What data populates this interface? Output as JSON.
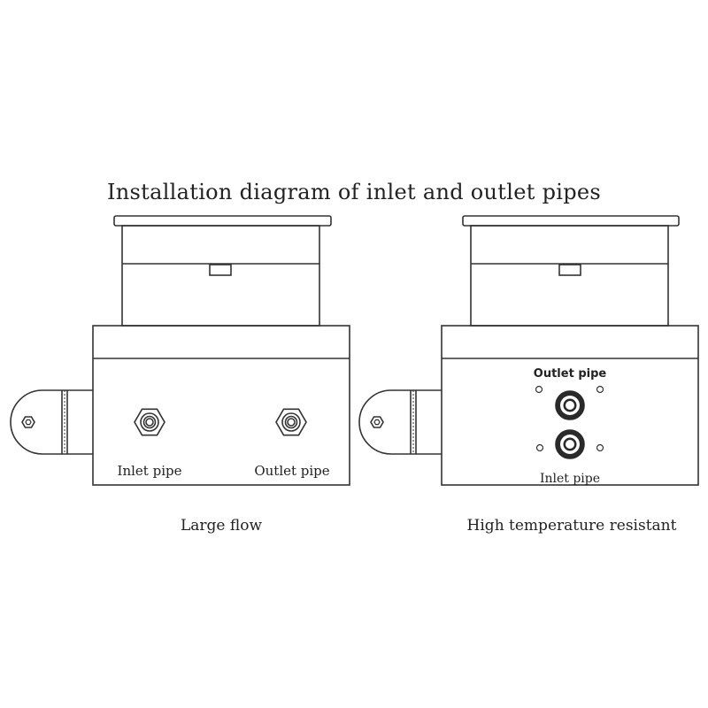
{
  "title": "Installation diagram of inlet and outlet pipes",
  "colors": {
    "line": "#333333",
    "background": "#ffffff",
    "fitting_dark": "#2a2a2a"
  },
  "left_unit": {
    "caption": "Large flow",
    "inlet_label": "Inlet pipe",
    "outlet_label": "Outlet pipe"
  },
  "right_unit": {
    "caption": "High temperature resistant",
    "inlet_label": "Inlet pipe",
    "outlet_label": "Outlet pipe"
  }
}
